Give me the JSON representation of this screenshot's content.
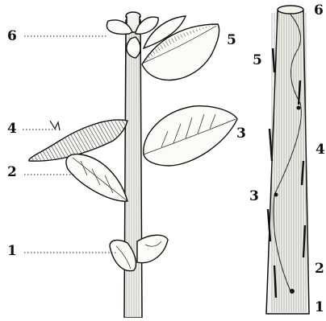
{
  "plant_labels": [
    "6",
    "5",
    "4",
    "3",
    "2",
    "1"
  ],
  "rod_labels": [
    "6",
    "5",
    "4",
    "3",
    "2",
    "1"
  ],
  "colors": {
    "ink": "#111111",
    "paper": "#ffffff"
  },
  "icons": [
    "leafy-stem-illustration",
    "leaf-scar-rod-illustration"
  ]
}
